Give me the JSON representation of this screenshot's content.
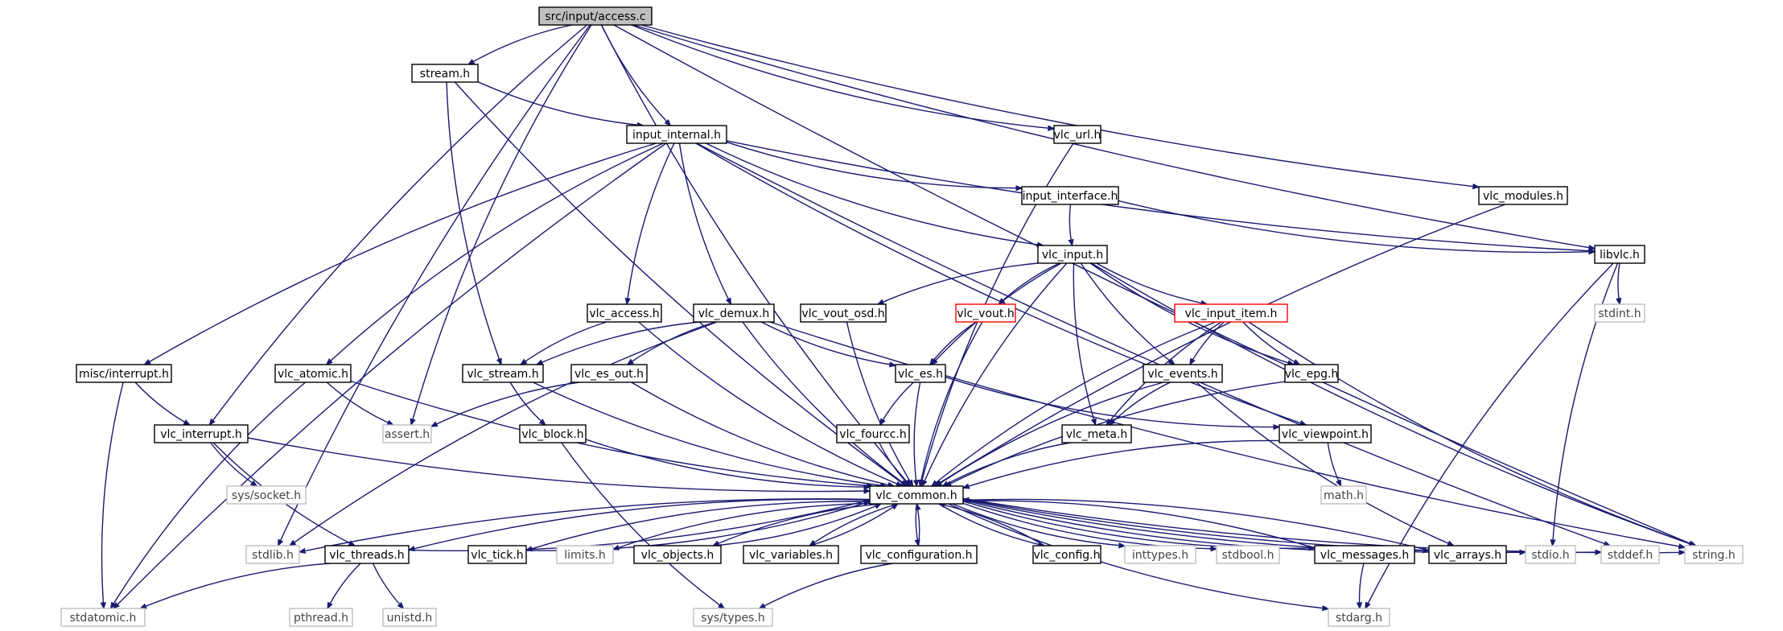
{
  "diagram": {
    "root": "src/input/access.c",
    "nodes": [
      {
        "id": "access_c",
        "label": "src/input/access.c",
        "style": "root"
      },
      {
        "id": "stream_h",
        "label": "stream.h",
        "style": "normal"
      },
      {
        "id": "input_internal_h",
        "label": "input_internal.h",
        "style": "normal"
      },
      {
        "id": "vlc_url_h",
        "label": "vlc_url.h",
        "style": "normal"
      },
      {
        "id": "input_interface_h",
        "label": "input_interface.h",
        "style": "normal"
      },
      {
        "id": "vlc_modules_h",
        "label": "vlc_modules.h",
        "style": "normal"
      },
      {
        "id": "libvlc_h",
        "label": "libvlc.h",
        "style": "normal"
      },
      {
        "id": "vlc_input_h",
        "label": "vlc_input.h",
        "style": "normal"
      },
      {
        "id": "stdint_h",
        "label": "stdint.h",
        "style": "system"
      },
      {
        "id": "vlc_access_h",
        "label": "vlc_access.h",
        "style": "normal"
      },
      {
        "id": "vlc_demux_h",
        "label": "vlc_demux.h",
        "style": "normal"
      },
      {
        "id": "vlc_vout_osd_h",
        "label": "vlc_vout_osd.h",
        "style": "normal"
      },
      {
        "id": "vlc_vout_h",
        "label": "vlc_vout.h",
        "style": "red"
      },
      {
        "id": "vlc_input_item_h",
        "label": "vlc_input_item.h",
        "style": "red"
      },
      {
        "id": "misc_interrupt_h",
        "label": "misc/interrupt.h",
        "style": "normal"
      },
      {
        "id": "vlc_atomic_h",
        "label": "vlc_atomic.h",
        "style": "normal"
      },
      {
        "id": "vlc_stream_h",
        "label": "vlc_stream.h",
        "style": "normal"
      },
      {
        "id": "vlc_es_out_h",
        "label": "vlc_es_out.h",
        "style": "normal"
      },
      {
        "id": "vlc_es_h",
        "label": "vlc_es.h",
        "style": "normal"
      },
      {
        "id": "vlc_events_h",
        "label": "vlc_events.h",
        "style": "normal"
      },
      {
        "id": "vlc_epg_h",
        "label": "vlc_epg.h",
        "style": "normal"
      },
      {
        "id": "vlc_interrupt_h",
        "label": "vlc_interrupt.h",
        "style": "normal"
      },
      {
        "id": "assert_h",
        "label": "assert.h",
        "style": "system"
      },
      {
        "id": "vlc_block_h",
        "label": "vlc_block.h",
        "style": "normal"
      },
      {
        "id": "vlc_fourcc_h",
        "label": "vlc_fourcc.h",
        "style": "normal"
      },
      {
        "id": "vlc_meta_h",
        "label": "vlc_meta.h",
        "style": "normal"
      },
      {
        "id": "vlc_viewpoint_h",
        "label": "vlc_viewpoint.h",
        "style": "normal"
      },
      {
        "id": "sys_socket_h",
        "label": "sys/socket.h",
        "style": "system"
      },
      {
        "id": "math_h",
        "label": "math.h",
        "style": "system"
      },
      {
        "id": "vlc_common_h",
        "label": "vlc_common.h",
        "style": "normal"
      },
      {
        "id": "stdlib_h",
        "label": "stdlib.h",
        "style": "system"
      },
      {
        "id": "vlc_threads_h",
        "label": "vlc_threads.h",
        "style": "normal"
      },
      {
        "id": "vlc_tick_h",
        "label": "vlc_tick.h",
        "style": "normal"
      },
      {
        "id": "limits_h",
        "label": "limits.h",
        "style": "system"
      },
      {
        "id": "vlc_objects_h",
        "label": "vlc_objects.h",
        "style": "normal"
      },
      {
        "id": "vlc_variables_h",
        "label": "vlc_variables.h",
        "style": "normal"
      },
      {
        "id": "vlc_configuration_h",
        "label": "vlc_configuration.h",
        "style": "normal"
      },
      {
        "id": "vlc_config_h",
        "label": "vlc_config.h",
        "style": "normal"
      },
      {
        "id": "inttypes_h",
        "label": "inttypes.h",
        "style": "system"
      },
      {
        "id": "stdbool_h",
        "label": "stdbool.h",
        "style": "system"
      },
      {
        "id": "vlc_messages_h",
        "label": "vlc_messages.h",
        "style": "normal"
      },
      {
        "id": "vlc_arrays_h",
        "label": "vlc_arrays.h",
        "style": "normal"
      },
      {
        "id": "stdio_h",
        "label": "stdio.h",
        "style": "system"
      },
      {
        "id": "stddef_h",
        "label": "stddef.h",
        "style": "system"
      },
      {
        "id": "string_h",
        "label": "string.h",
        "style": "system"
      },
      {
        "id": "stdatomic_h",
        "label": "stdatomic.h",
        "style": "system"
      },
      {
        "id": "pthread_h",
        "label": "pthread.h",
        "style": "system"
      },
      {
        "id": "unistd_h",
        "label": "unistd.h",
        "style": "system"
      },
      {
        "id": "sys_types_h",
        "label": "sys/types.h",
        "style": "system"
      },
      {
        "id": "stdarg_h",
        "label": "stdarg.h",
        "style": "system"
      }
    ],
    "edges": [
      [
        "access_c",
        "stream_h"
      ],
      [
        "access_c",
        "input_internal_h"
      ],
      [
        "access_c",
        "vlc_url_h"
      ],
      [
        "access_c",
        "vlc_modules_h"
      ],
      [
        "access_c",
        "libvlc_h"
      ],
      [
        "access_c",
        "string_h"
      ],
      [
        "access_c",
        "stdlib_h"
      ],
      [
        "access_c",
        "vlc_interrupt_h"
      ],
      [
        "access_c",
        "vlc_common_h"
      ],
      [
        "access_c",
        "assert_h"
      ],
      [
        "stream_h",
        "input_internal_h"
      ],
      [
        "stream_h",
        "vlc_stream_h"
      ],
      [
        "stream_h",
        "vlc_common_h"
      ],
      [
        "input_internal_h",
        "input_interface_h"
      ],
      [
        "input_internal_h",
        "vlc_input_h"
      ],
      [
        "input_internal_h",
        "libvlc_h"
      ],
      [
        "input_internal_h",
        "vlc_access_h"
      ],
      [
        "input_internal_h",
        "vlc_demux_h"
      ],
      [
        "input_internal_h",
        "misc_interrupt_h"
      ],
      [
        "input_internal_h",
        "vlc_atomic_h"
      ],
      [
        "input_internal_h",
        "stdatomic_h"
      ],
      [
        "input_internal_h",
        "vlc_viewpoint_h"
      ],
      [
        "input_internal_h",
        "stddef_h"
      ],
      [
        "vlc_url_h",
        "vlc_common_h"
      ],
      [
        "input_interface_h",
        "vlc_input_h"
      ],
      [
        "input_interface_h",
        "libvlc_h"
      ],
      [
        "vlc_modules_h",
        "vlc_common_h"
      ],
      [
        "libvlc_h",
        "stdint_h"
      ],
      [
        "libvlc_h",
        "stdio_h"
      ],
      [
        "libvlc_h",
        "stdarg_h"
      ],
      [
        "vlc_input_h",
        "vlc_vout_osd_h"
      ],
      [
        "vlc_input_h",
        "vlc_vout_h"
      ],
      [
        "vlc_input_h",
        "vlc_input_item_h"
      ],
      [
        "vlc_input_h",
        "vlc_es_h"
      ],
      [
        "vlc_input_h",
        "vlc_events_h"
      ],
      [
        "vlc_input_h",
        "vlc_epg_h"
      ],
      [
        "vlc_input_h",
        "vlc_meta_h"
      ],
      [
        "vlc_input_h",
        "vlc_common_h"
      ],
      [
        "vlc_input_h",
        "string_h"
      ],
      [
        "vlc_access_h",
        "vlc_stream_h"
      ],
      [
        "vlc_access_h",
        "vlc_common_h"
      ],
      [
        "vlc_demux_h",
        "vlc_stream_h"
      ],
      [
        "vlc_demux_h",
        "vlc_es_out_h"
      ],
      [
        "vlc_demux_h",
        "vlc_es_h"
      ],
      [
        "vlc_demux_h",
        "vlc_common_h"
      ],
      [
        "vlc_demux_h",
        "stdlib_h"
      ],
      [
        "vlc_demux_h",
        "string_h"
      ],
      [
        "vlc_vout_osd_h",
        "vlc_common_h"
      ],
      [
        "vlc_vout_h",
        "vlc_es_h"
      ],
      [
        "vlc_vout_h",
        "vlc_common_h"
      ],
      [
        "vlc_input_item_h",
        "vlc_events_h"
      ],
      [
        "vlc_input_item_h",
        "vlc_epg_h"
      ],
      [
        "vlc_input_item_h",
        "vlc_meta_h"
      ],
      [
        "vlc_input_item_h",
        "vlc_common_h"
      ],
      [
        "vlc_input_item_h",
        "string_h"
      ],
      [
        "misc_interrupt_h",
        "vlc_interrupt_h"
      ],
      [
        "misc_interrupt_h",
        "stdatomic_h"
      ],
      [
        "vlc_atomic_h",
        "assert_h"
      ],
      [
        "vlc_atomic_h",
        "stdatomic_h"
      ],
      [
        "vlc_atomic_h",
        "vlc_common_h"
      ],
      [
        "vlc_stream_h",
        "vlc_block_h"
      ],
      [
        "vlc_stream_h",
        "vlc_common_h"
      ],
      [
        "vlc_es_out_h",
        "assert_h"
      ],
      [
        "vlc_es_out_h",
        "vlc_common_h"
      ],
      [
        "vlc_es_h",
        "vlc_fourcc_h"
      ],
      [
        "vlc_es_h",
        "vlc_viewpoint_h"
      ],
      [
        "vlc_es_h",
        "vlc_common_h"
      ],
      [
        "vlc_events_h",
        "vlc_meta_h"
      ],
      [
        "vlc_events_h",
        "vlc_arrays_h"
      ],
      [
        "vlc_events_h",
        "vlc_common_h"
      ],
      [
        "vlc_epg_h",
        "vlc_common_h"
      ],
      [
        "vlc_interrupt_h",
        "sys_socket_h"
      ],
      [
        "vlc_interrupt_h",
        "vlc_threads_h"
      ],
      [
        "vlc_interrupt_h",
        "vlc_common_h"
      ],
      [
        "vlc_block_h",
        "sys_types_h"
      ],
      [
        "vlc_block_h",
        "vlc_common_h"
      ],
      [
        "vlc_fourcc_h",
        "vlc_common_h"
      ],
      [
        "vlc_meta_h",
        "vlc_common_h"
      ],
      [
        "vlc_viewpoint_h",
        "math_h"
      ],
      [
        "vlc_viewpoint_h",
        "vlc_common_h"
      ],
      [
        "vlc_common_h",
        "stdlib_h"
      ],
      [
        "vlc_common_h",
        "vlc_threads_h"
      ],
      [
        "vlc_common_h",
        "vlc_tick_h"
      ],
      [
        "vlc_common_h",
        "limits_h"
      ],
      [
        "vlc_common_h",
        "vlc_objects_h"
      ],
      [
        "vlc_common_h",
        "vlc_variables_h"
      ],
      [
        "vlc_common_h",
        "vlc_configuration_h"
      ],
      [
        "vlc_common_h",
        "vlc_config_h"
      ],
      [
        "vlc_common_h",
        "inttypes_h"
      ],
      [
        "vlc_common_h",
        "stdbool_h"
      ],
      [
        "vlc_common_h",
        "vlc_messages_h"
      ],
      [
        "vlc_common_h",
        "vlc_arrays_h"
      ],
      [
        "vlc_common_h",
        "stdio_h"
      ],
      [
        "vlc_common_h",
        "stddef_h"
      ],
      [
        "vlc_common_h",
        "string_h"
      ],
      [
        "vlc_common_h",
        "stdarg_h"
      ],
      [
        "vlc_threads_h",
        "vlc_common_h"
      ],
      [
        "vlc_tick_h",
        "vlc_common_h"
      ],
      [
        "vlc_objects_h",
        "vlc_common_h"
      ],
      [
        "vlc_variables_h",
        "vlc_common_h"
      ],
      [
        "vlc_configuration_h",
        "vlc_common_h"
      ],
      [
        "vlc_config_h",
        "vlc_common_h"
      ],
      [
        "vlc_messages_h",
        "vlc_common_h"
      ],
      [
        "vlc_arrays_h",
        "vlc_common_h"
      ],
      [
        "vlc_threads_h",
        "stdatomic_h"
      ],
      [
        "vlc_threads_h",
        "pthread_h"
      ],
      [
        "vlc_threads_h",
        "unistd_h"
      ],
      [
        "vlc_configuration_h",
        "sys_types_h"
      ],
      [
        "vlc_messages_h",
        "stdarg_h"
      ]
    ]
  }
}
